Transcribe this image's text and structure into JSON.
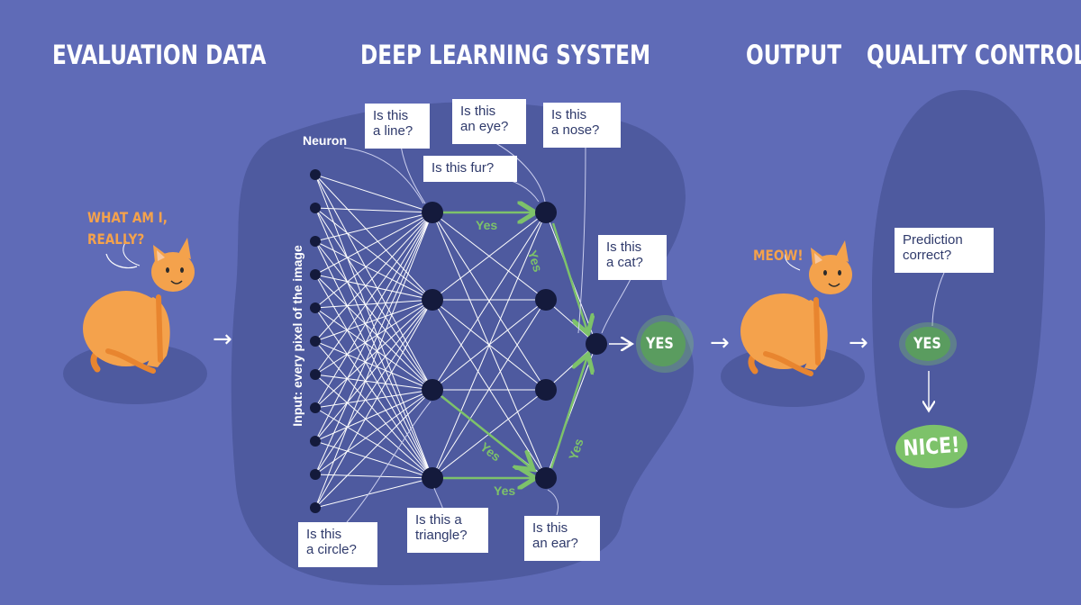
{
  "headings": {
    "evaluation": "EVALUATION DATA",
    "system": "DEEP LEARNING SYSTEM",
    "output": "OUTPUT",
    "quality": "QUALITY CONTROL"
  },
  "left_cat": {
    "speech": "WHAT AM I,\nREALLY?"
  },
  "right_cat": {
    "speech": "MEOW!"
  },
  "network": {
    "neuron_label": "Neuron",
    "input_label": "Input: every pixel of the image",
    "yes_label": "Yes",
    "output_yes": "YES"
  },
  "questions": {
    "line": "Is this\na line?",
    "eye": "Is this\nan eye?",
    "nose": "Is this\na nose?",
    "fur": "Is this fur?",
    "cat": "Is this\na cat?",
    "circle": "Is this\na circle?",
    "triangle": "Is this a\ntriangle?",
    "ear": "Is this\nan ear?",
    "prediction": "Prediction\ncorrect?"
  },
  "quality": {
    "yes": "YES",
    "nice": "NICE!"
  },
  "arrow_glyph": "→",
  "colors": {
    "background": "#5f6bb7",
    "blob": "#4e5a9f",
    "cat_orange": "#f4a24c",
    "accent_green": "#7dc26a",
    "node": "#141a3c"
  }
}
